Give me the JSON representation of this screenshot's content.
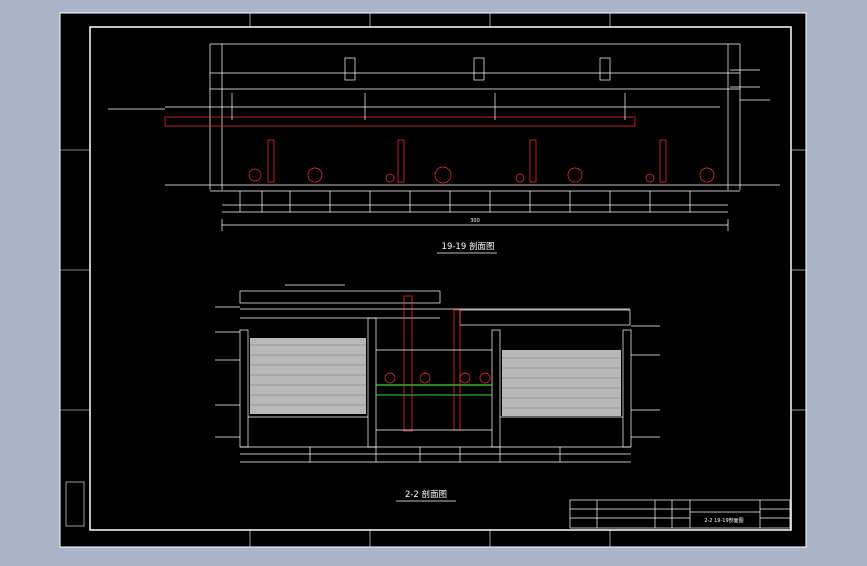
{
  "drawing": {
    "colors": {
      "background": "#a9b4c8",
      "paper": "#000000",
      "line": "#ffffff",
      "highlight": "#ff3333",
      "accent_green": "#33dd33",
      "accent_yellow": "#ffff66",
      "accent_cyan": "#66ffff"
    },
    "section_19": {
      "title": "19-19 剖面图",
      "dim_total": "300"
    },
    "section_2": {
      "title": "2-2 剖面图"
    },
    "title_block": {
      "drawing_no": "2-2  19-19剖面图"
    }
  }
}
